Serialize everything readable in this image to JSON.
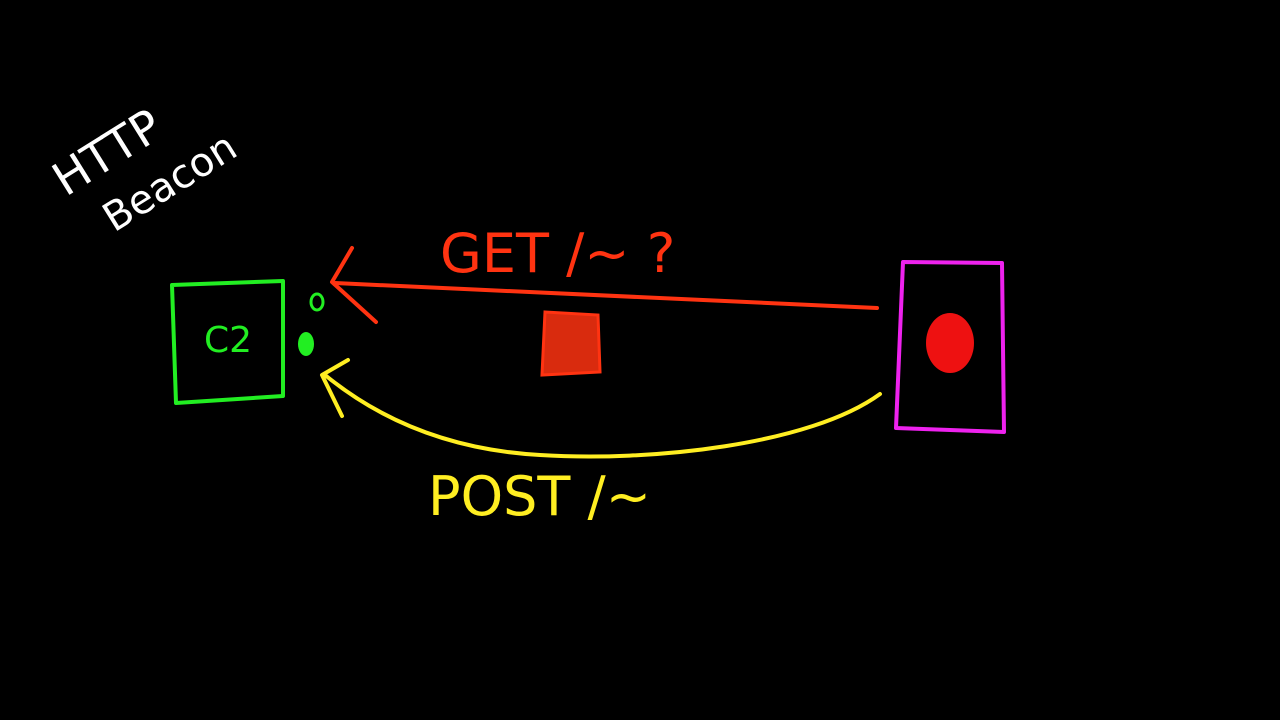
{
  "title": {
    "line1": "HTTP",
    "line2": "Beacon"
  },
  "nodes": {
    "c2": {
      "label": "C2",
      "color": "#22ee22"
    },
    "target": {
      "label": "",
      "color": "#ee22ee",
      "dot_color": "#ee1111"
    }
  },
  "arrows": {
    "get": {
      "label": "GET /~ ?",
      "color": "#ff3311"
    },
    "post": {
      "label": "POST /~",
      "color": "#ffee22"
    }
  },
  "payload": {
    "color": "#ff3311"
  }
}
